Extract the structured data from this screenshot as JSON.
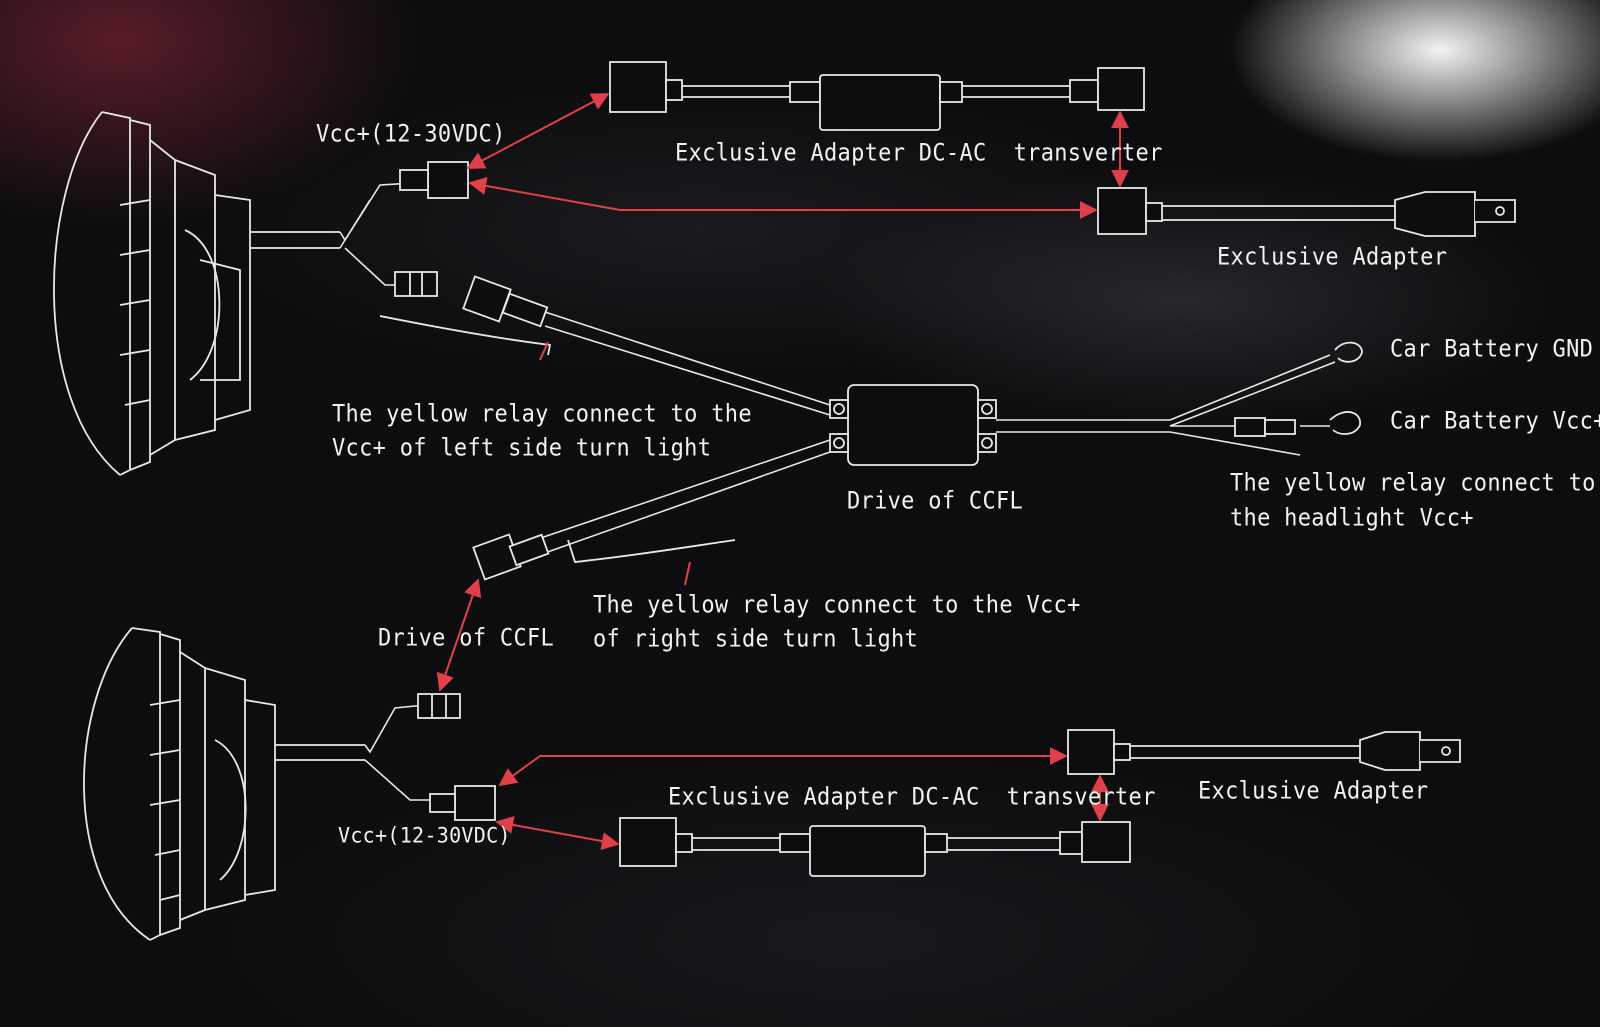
{
  "colors": {
    "background": "#0d0d0f",
    "linework": "#e8e8e8",
    "arrows": "#e0404a"
  },
  "labels": {
    "top_vcc": "Vcc+(12-30VDC)",
    "top_dcac": "Exclusive Adapter DC-AC  transverter",
    "top_adapter": "Exclusive Adapter",
    "left_relay_1": "The yellow relay connect to the",
    "left_relay_2": "Vcc+ of left side turn light",
    "center_drive": "Drive of CCFL",
    "battery_gnd": "Car Battery GND",
    "battery_vcc": "Car Battery Vcc+",
    "headlight_relay_1": "The yellow relay connect to",
    "headlight_relay_2": "the headlight Vcc+",
    "right_relay_1": "The yellow relay connect to the Vcc+",
    "right_relay_2": "of right side turn light",
    "bottom_drive": "Drive of CCFL",
    "bottom_dcac": "Exclusive Adapter DC-AC  transverter",
    "bottom_adapter": "Exclusive Adapter",
    "bottom_vcc": "Vcc+(12-30VDC)"
  },
  "icons": [
    "headlight-icon",
    "connector-icon",
    "transverter-icon",
    "h4-plug-icon",
    "ccfl-driver-box-icon",
    "ring-terminal-icon"
  ]
}
